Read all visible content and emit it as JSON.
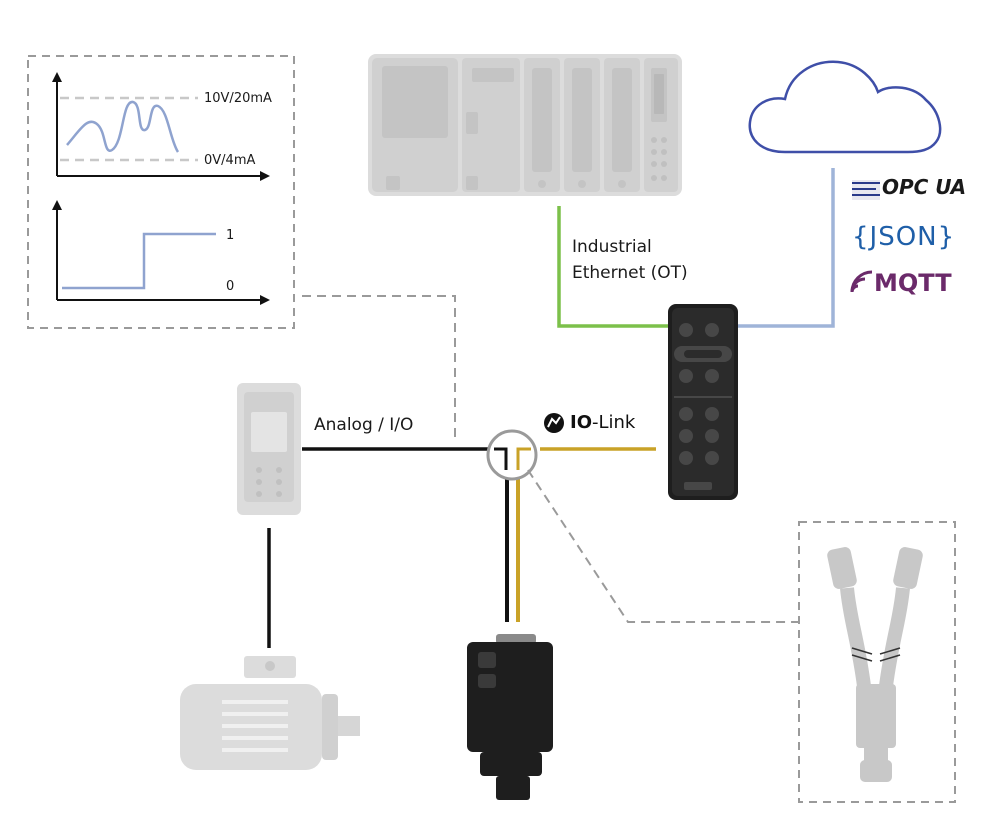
{
  "analog_chart": {
    "high_label": "10V/20mA",
    "low_label": "0V/4mA"
  },
  "digital_chart": {
    "high_label": "1",
    "low_label": "0"
  },
  "connections": {
    "analog_io_label": "Analog / I/O",
    "industrial_ethernet_line1": "Industrial",
    "industrial_ethernet_line2": "Ethernet (OT)",
    "io_link_label": "IO-Link",
    "io_link_bold": "IO",
    "io_link_rest": "-Link"
  },
  "protocols": {
    "opc_ua": "OPC UA",
    "json_open": "{",
    "json_text": "JSON",
    "json_close": "}",
    "mqtt": "MQTT"
  },
  "colors": {
    "ethernet_green": "#7cc04a",
    "cloud_blue": "#9fb4d8",
    "cloud_outline": "#3f4fa8",
    "io_link_gold": "#c9a227",
    "device_gray": "#d4d4d4",
    "dashed_gray": "#9a9a9a"
  }
}
